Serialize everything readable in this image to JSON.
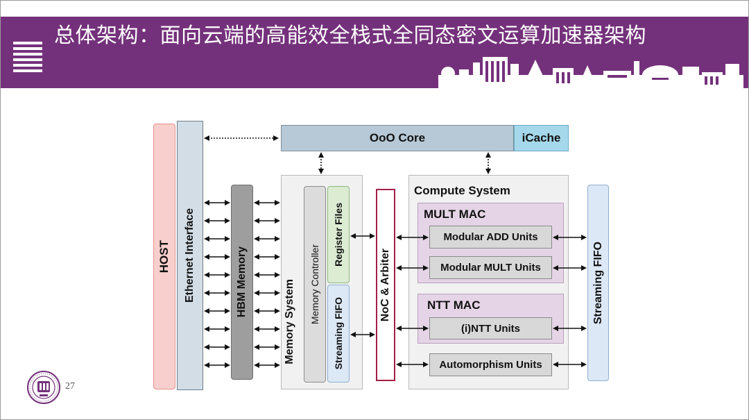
{
  "slide": {
    "title": "总体架构：面向云端的高能效全栈式全同态密文运算加速器架构",
    "page_number": "27",
    "colors": {
      "banner": "#74317b",
      "host": "#f8cfcc",
      "ethernet": "#d2dde6",
      "hbm": "#9e9e9e",
      "core": "#b7c9d6",
      "icache": "#a6d8ec",
      "group": "#e4d4e6",
      "noc_border": "#a31e47",
      "fifo": "#dce8f5",
      "register": "#dbecd3"
    }
  },
  "diagram": {
    "host": "HOST",
    "ethernet": "Ethernet Interface",
    "hbm": "HBM Memory",
    "ooo_core": "OoO Core",
    "icache": "iCache",
    "memory_system": "Memory System",
    "memory_controller": "Memory Controller",
    "register_files": "Register Files",
    "streaming_fifo_mem": "Streaming FIFO",
    "noc": "NoC & Arbiter",
    "compute_system": "Compute System",
    "mult_mac": "MULT MAC",
    "modular_add": "Modular ADD Units",
    "modular_mult": "Modular MULT Units",
    "ntt_mac": "NTT MAC",
    "ntt_units": "(i)NTT Units",
    "automorphism": "Automorphism Units",
    "streaming_fifo_out": "Streaming FIFO"
  }
}
